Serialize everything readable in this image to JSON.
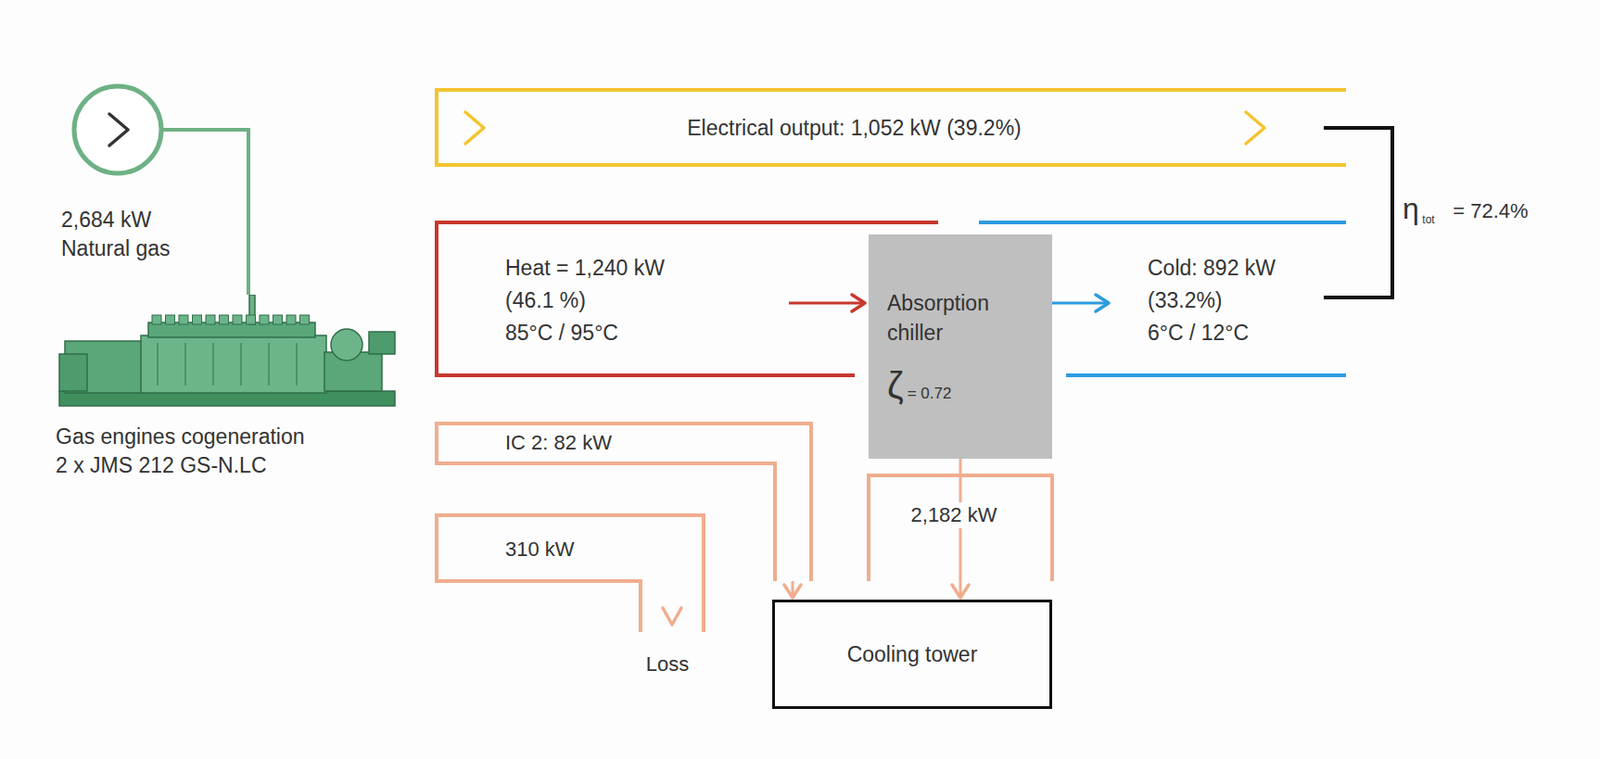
{
  "diagram": {
    "nodes": [
      {
        "text": [
          "2,684 kW",
          "Natural gas"
        ]
      },
      {
        "text": [
          "Gas engines cogeneration",
          "2 x JMS 212 GS-N.LC"
        ]
      },
      {
        "text": [
          "Electrical output: 1,052 kW (39.2%)"
        ]
      },
      {
        "text": [
          "Heat = 1,240 kW",
          "(46.1 %)",
          "85°C / 95°C"
        ]
      },
      {
        "text": [
          "Absorption chiller",
          "ζ",
          "= 0.72"
        ]
      },
      {
        "text": [
          "Cold: 892 kW",
          "(33.2%)",
          "6°C / 12°C"
        ]
      },
      {
        "text": [
          "IC 2: 82 kW"
        ]
      },
      {
        "text": [
          "310 kW"
        ]
      },
      {
        "text": [
          "Cooling tower"
        ]
      }
    ],
    "edges": [
      {
        "from": 0,
        "to": 1,
        "arrow": "none"
      },
      {
        "from": 3,
        "to": 4,
        "arrow": "to"
      },
      {
        "from": 4,
        "to": 5,
        "arrow": "to"
      },
      {
        "from": 4,
        "to": 8,
        "arrow": "to",
        "label": "2,182 kW"
      },
      {
        "from": 6,
        "to": 8,
        "arrow": "to"
      }
    ],
    "labels": [
      "η",
      "tot",
      "= 72.4%",
      "Loss"
    ]
  }
}
